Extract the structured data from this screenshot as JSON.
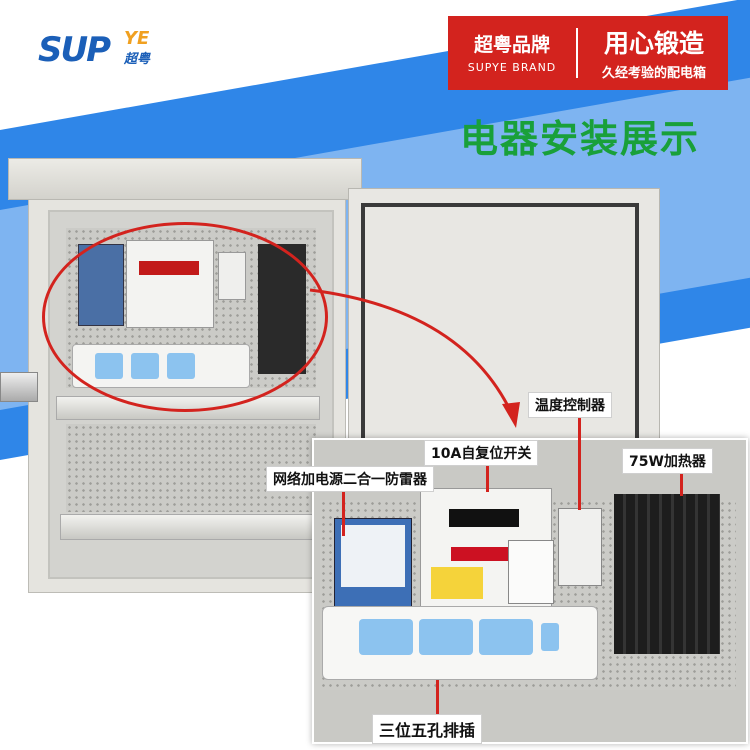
{
  "logo": {
    "main": "SUP",
    "accent": "YE",
    "cn": "超粤"
  },
  "badge": {
    "brand_cn": "超粤品牌",
    "brand_en": "SUPYE BRAND",
    "slogan": "用心锻造",
    "slogan_sub": "久经考验的配电箱"
  },
  "title": "电器安装展示",
  "callouts": {
    "temp_controller": "温度控制器",
    "switch": "10A自复位开关",
    "heater": "75W加热器",
    "spd": "网络加电源二合一防雷器",
    "power_strip": "三位五孔排插"
  },
  "colors": {
    "brand_red": "#d3231e",
    "title_green": "#19a03a",
    "band_blue": "#2f86e8",
    "logo_blue": "#1b5fb8",
    "logo_orange": "#f0a020"
  }
}
